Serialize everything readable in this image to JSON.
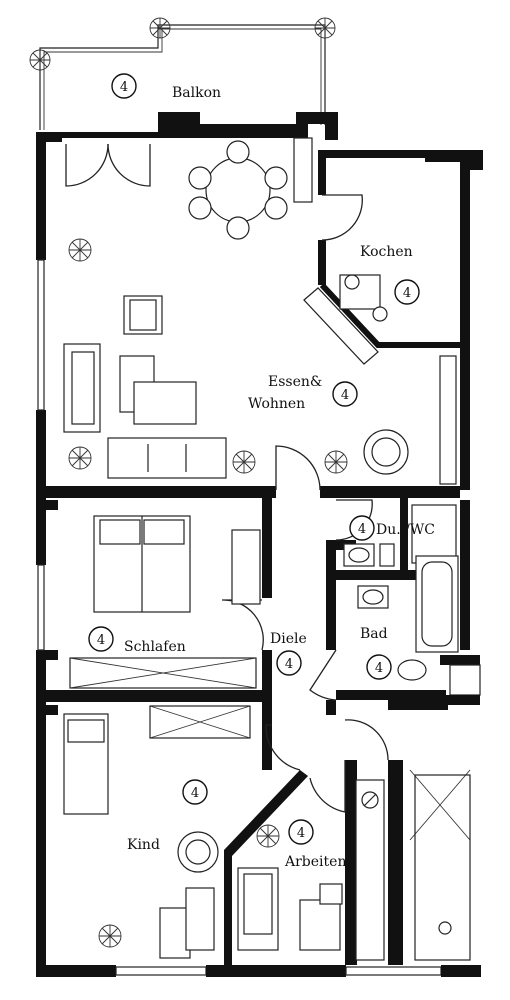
{
  "rooms": {
    "balkon": {
      "label": "Balkon",
      "badge": "4"
    },
    "kochen": {
      "label": "Kochen",
      "badge": "4"
    },
    "essen": {
      "label_line1": "Essen&",
      "label_line2": "Wohnen",
      "badge": "4"
    },
    "du_wc": {
      "label": "Du. /WC",
      "badge": "4"
    },
    "schlafen": {
      "label": "Schlafen",
      "badge": "4"
    },
    "diele": {
      "label": "Diele",
      "badge": "4"
    },
    "bad": {
      "label": "Bad",
      "badge": "4"
    },
    "kind": {
      "label": "Kind",
      "badge": "4"
    },
    "arbeiten": {
      "label": "Arbeiten",
      "badge": "4"
    }
  }
}
